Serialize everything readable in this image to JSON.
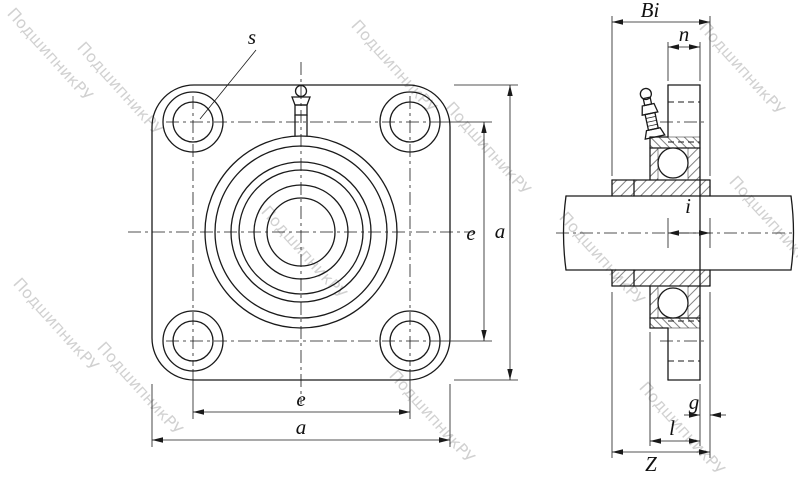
{
  "drawing": {
    "watermark": "ПодшипникРУ",
    "views": {
      "front": {
        "dims": {
          "s": "s",
          "e_right": "e",
          "a_right": "a",
          "e_bottom": "e",
          "a_bottom": "a"
        }
      },
      "side": {
        "dims": {
          "Bi": "Bi",
          "n": "n",
          "i": "i",
          "g": "g",
          "l": "l",
          "Z": "Z"
        }
      }
    },
    "colors": {
      "line": "#1a1a1a",
      "watermark": "#c6c6c6",
      "background": "#ffffff"
    }
  }
}
